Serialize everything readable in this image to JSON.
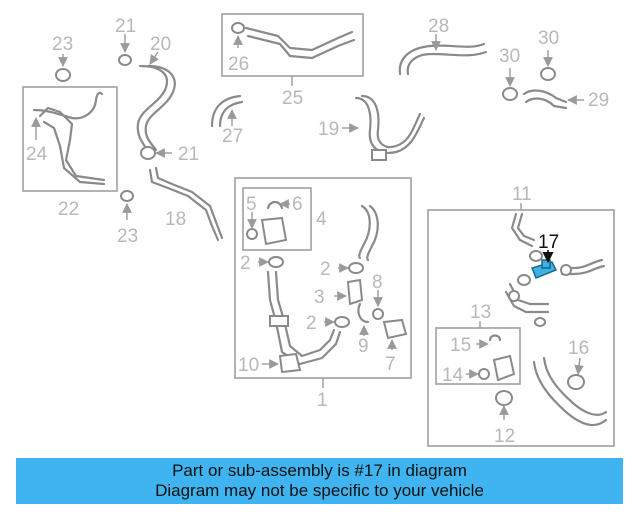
{
  "callouts": {
    "c1": "1",
    "c2a": "2",
    "c2b": "2",
    "c2c": "2",
    "c3": "3",
    "c4": "4",
    "c5": "5",
    "c6": "6",
    "c7": "7",
    "c8": "8",
    "c9": "9",
    "c10": "10",
    "c11": "11",
    "c12": "12",
    "c13": "13",
    "c14": "14",
    "c15": "15",
    "c16": "16",
    "c17": "17",
    "c18": "18",
    "c19": "19",
    "c20": "20",
    "c21a": "21",
    "c21b": "21",
    "c22": "22",
    "c23a": "23",
    "c23b": "23",
    "c24": "24",
    "c25": "25",
    "c26": "26",
    "c27": "27",
    "c28": "28",
    "c29": "29",
    "c30a": "30",
    "c30b": "30"
  },
  "highlight": {
    "part_number": "17",
    "color": "#3ab2e6"
  },
  "banner": {
    "line1": "Part or sub-assembly is #17 in diagram",
    "line2": "Diagram may not be specific to your vehicle",
    "background": "#3fb4f0"
  }
}
